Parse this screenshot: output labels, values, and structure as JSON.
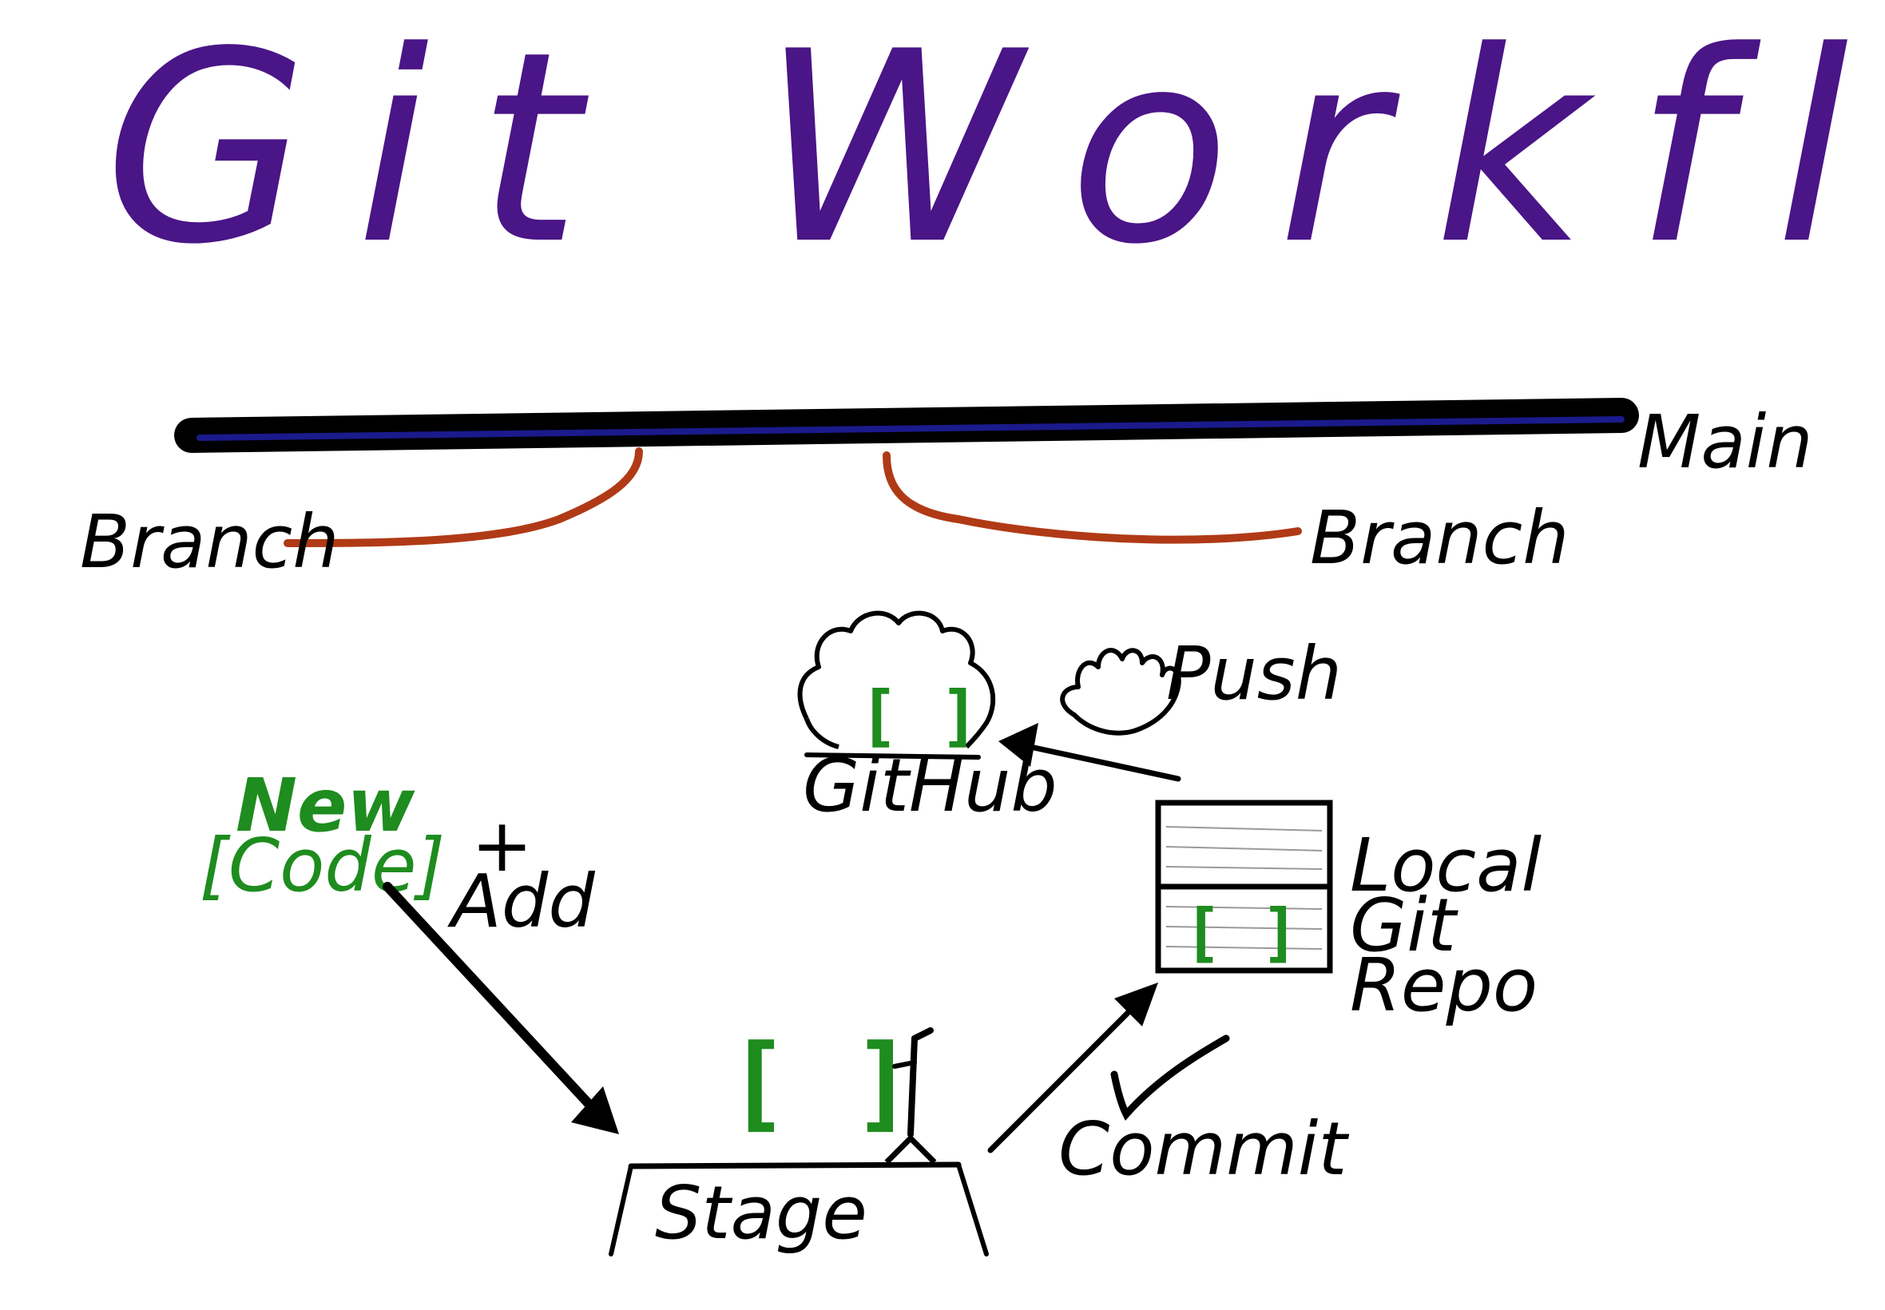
{
  "title": "Git Workflow",
  "main_label": "Main",
  "branch_left_label": "Branch",
  "branch_right_label": "Branch",
  "new_label": "New",
  "code_label": "[Code]",
  "add_label": "Add",
  "add_symbol": "+",
  "stage_label": "Stage",
  "stage_bracket": "[ ]",
  "commit_label": "Commit",
  "local_repo_label_1": "Local",
  "local_repo_label_2": "Git",
  "local_repo_label_3": "Repo",
  "repo_bracket": "[ ]",
  "push_label": "Push",
  "github_label": "GitHub",
  "cloud_bracket": "[ ]",
  "colors": {
    "title": "#4a1587",
    "main_line": "#000000",
    "main_line_inner": "#1a1a8c",
    "branch": "#b03a16",
    "code": "#1e8c1e",
    "ink": "#000000"
  }
}
